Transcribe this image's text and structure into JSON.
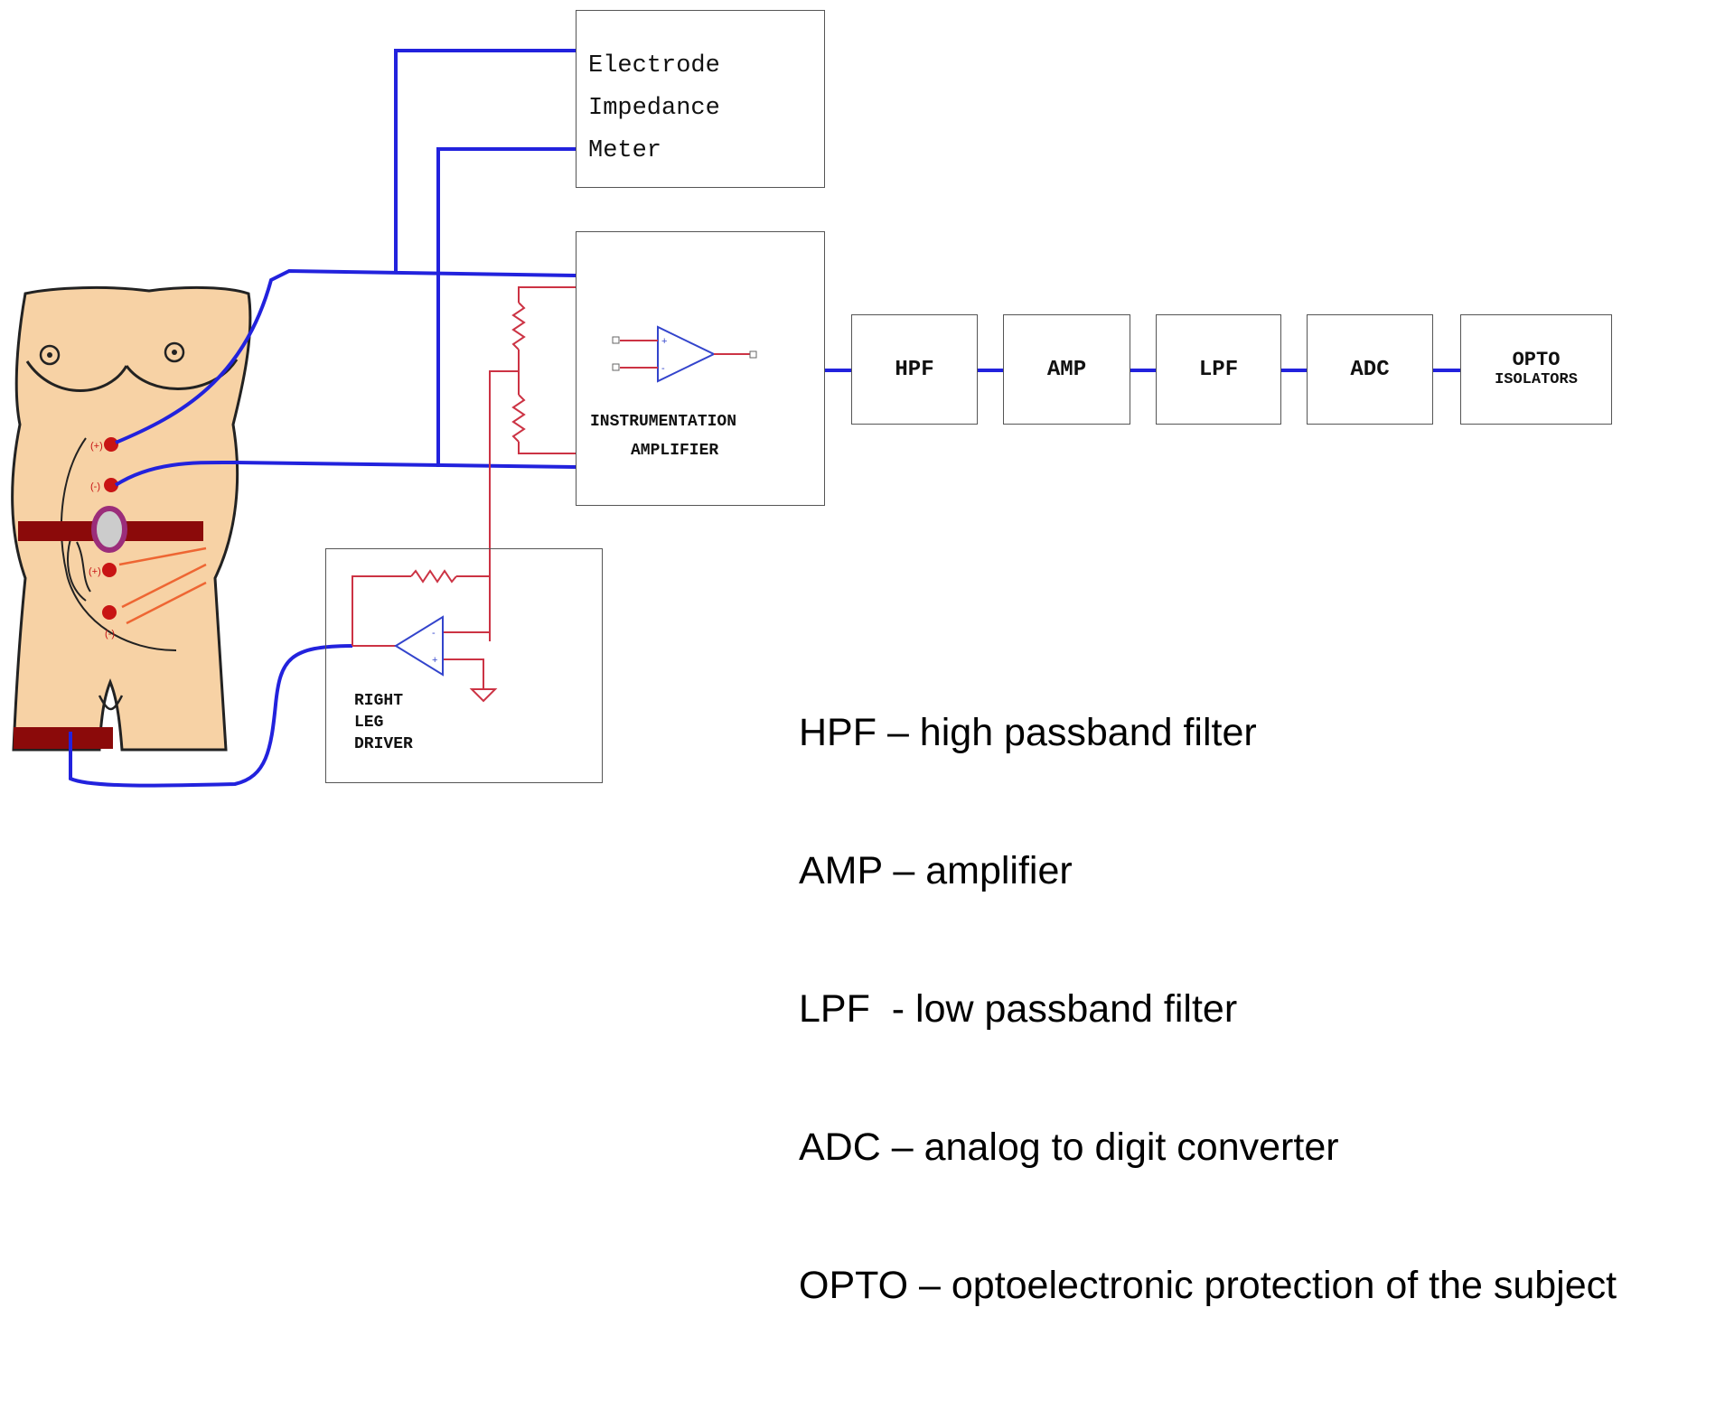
{
  "impedance_meter": {
    "line1": "Electrode",
    "line2": "Impedance",
    "line3": "Meter"
  },
  "inst_amp": {
    "line1": "INSTRUMENTATION",
    "line2": "AMPLIFIER"
  },
  "rld": {
    "line1": "RIGHT",
    "line2": "LEG",
    "line3": "DRIVER"
  },
  "chain": [
    {
      "label": "HPF"
    },
    {
      "label": "AMP"
    },
    {
      "label": "LPF"
    },
    {
      "label": "ADC"
    },
    {
      "label": "OPTO",
      "sublabel": "ISOLATORS"
    }
  ],
  "electrode_marks": {
    "plus1": "(+)",
    "minus1": "(-)",
    "plus2": "(+)",
    "minus2": "(-)"
  },
  "legend": [
    "HPF – high passband filter",
    "AMP – amplifier",
    "LPF  - low passband filter",
    "ADC – analog to digit converter",
    "OPTO – optoelectronic protection of the subject"
  ],
  "colors": {
    "wire": "#2222dd",
    "circuit": "#cc3344",
    "belt": "#8b0a0a",
    "skin": "#f7d2a5",
    "electrode": "#c81414",
    "arrow": "#ee6633"
  }
}
